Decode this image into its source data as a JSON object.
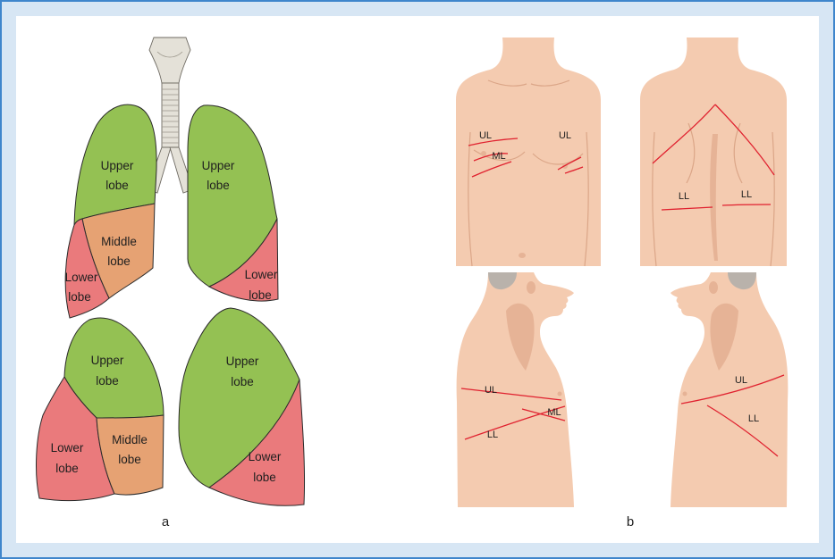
{
  "panel_labels": {
    "a": "a",
    "b": "b"
  },
  "lobe_labels": {
    "upper": [
      "Upper",
      "lobe"
    ],
    "middle": [
      "Middle",
      "lobe"
    ],
    "lower": [
      "Lower",
      "lobe"
    ]
  },
  "surface_labels": {
    "upper": "UL",
    "middle": "ML",
    "lower": "LL"
  },
  "colors": {
    "upper_lobe": "#94c153",
    "middle_lobe": "#e6a273",
    "lower_lobe": "#ea7a7c",
    "surface_line": "#e0212f",
    "skin": "#f4cbb0"
  }
}
